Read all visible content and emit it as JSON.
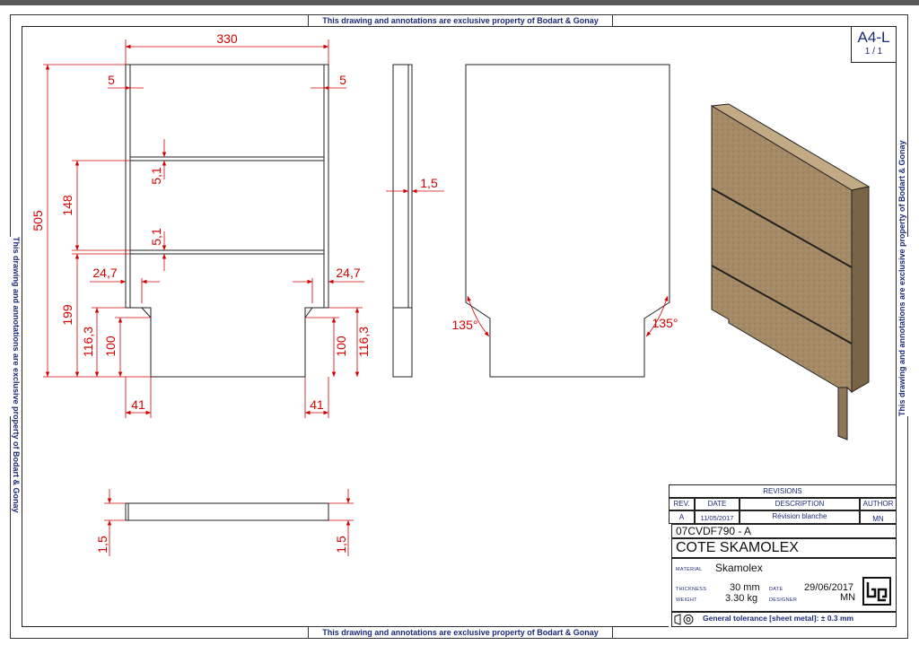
{
  "property_notice": "This drawing and annotations are exclusive property of Bodart & Gonay",
  "sheet": {
    "format": "A4-L",
    "page": "1 / 1"
  },
  "dimensions": {
    "width_overall": "330",
    "margin_left": "5",
    "margin_right": "5",
    "height_overall": "505",
    "panel_height": "148",
    "gap_upper": "5,1",
    "gap_lower": "5,1",
    "offset_left": "24,7",
    "offset_right": "24,7",
    "lower_height": "199",
    "notch_height_outer_left": "116,3",
    "notch_height_inner_left": "100",
    "notch_height_inner_right": "100",
    "notch_height_outer_right": "116,3",
    "notch_width_left": "41",
    "notch_width_right": "41",
    "side_thickness": "1,5",
    "bottom_left": "1,5",
    "bottom_right": "1,5",
    "angle_left": "135°",
    "angle_right": "135°"
  },
  "colors": {
    "dimension": "#d40000",
    "line": "#222222",
    "title": "#1a2a7a",
    "material": "#a08868"
  },
  "title_block": {
    "revisions_header": "REVISIONS",
    "col_rev": "REV.",
    "col_date": "DATE",
    "col_description": "DESCRIPTION",
    "col_author": "AUTHOR",
    "rev": "A",
    "rev_date": "11/05/2017",
    "rev_description": "Révision blanche",
    "rev_author": "MN",
    "part_number": "07CVDF790 - A",
    "part_name": "COTE SKAMOLEX",
    "material_label": "MATERIAL",
    "material": "Skamolex",
    "thickness_label": "THICKNESS",
    "thickness": "30 mm",
    "weight_label": "WEIGHT",
    "weight": "3.30 kg",
    "date_label": "DATE",
    "date": "29/06/2017",
    "designer_label": "DESIGNER",
    "designer": "MN",
    "logo": "bg",
    "projection_icon": "first-angle-projection-icon",
    "tolerance": "General tolerance [sheet metal]: ± 0.3 mm"
  }
}
